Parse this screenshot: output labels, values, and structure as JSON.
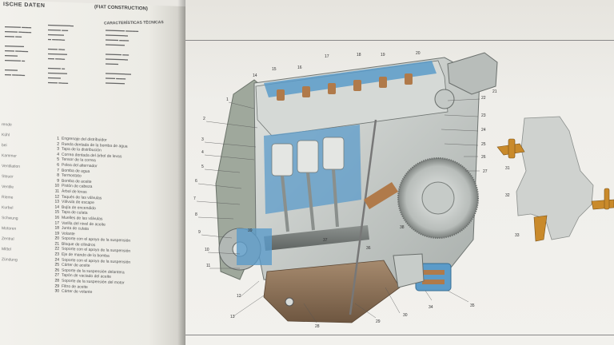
{
  "left_page": {
    "heading": "ISCHE DATEN",
    "heading_right": "(FIAT CONSTRUCTION)",
    "subheading": "CARACTERÍSTICAS TÉCNICAS",
    "legend": [
      {
        "n": "1",
        "text": "Engrenaje del distribuidor"
      },
      {
        "n": "2",
        "text": "Rueda dentada de la bomba de agua"
      },
      {
        "n": "3",
        "text": "Tapa de la distribución"
      },
      {
        "n": "4",
        "text": "Correa dentada del árbol de levas"
      },
      {
        "n": "5",
        "text": "Tensor de la correa"
      },
      {
        "n": "6",
        "text": "Polea del alternador"
      },
      {
        "n": "7",
        "text": "Bomba de agua"
      },
      {
        "n": "8",
        "text": "Termostato"
      },
      {
        "n": "9",
        "text": "Bomba de aceite"
      },
      {
        "n": "10",
        "text": "Pistón de cabeza"
      },
      {
        "n": "11",
        "text": "Árbol de levas"
      },
      {
        "n": "12",
        "text": "Taqués de las válvulas"
      },
      {
        "n": "13",
        "text": "Válvula de escape"
      },
      {
        "n": "14",
        "text": "Bujía de encendido"
      },
      {
        "n": "15",
        "text": "Tapa de culata"
      },
      {
        "n": "16",
        "text": "Muelles de las válvulas"
      },
      {
        "n": "17",
        "text": "Varilla del nivel de aceite"
      },
      {
        "n": "18",
        "text": "Junta de culata"
      },
      {
        "n": "19",
        "text": "Volante"
      },
      {
        "n": "20",
        "text": "Soporte con el apoyo de la suspensión"
      },
      {
        "n": "21",
        "text": "Bloque de cilindros"
      },
      {
        "n": "22",
        "text": "Soporte con el apoyo de la suspensión"
      },
      {
        "n": "23",
        "text": "Eje de mando de la bomba"
      },
      {
        "n": "24",
        "text": "Soporte con el apoyo de la suspensión"
      },
      {
        "n": "25",
        "text": "Cárter de aceite"
      },
      {
        "n": "26",
        "text": "Soporte de la suspensión delantera"
      },
      {
        "n": "27",
        "text": "Tapón de vaciado del aceite"
      },
      {
        "n": "28",
        "text": "Soporte de la suspensión del motor"
      },
      {
        "n": "29",
        "text": "Filtro de aceite"
      },
      {
        "n": "30",
        "text": "Cárter de volante"
      }
    ],
    "side_labels": [
      "rende",
      "Kühl",
      "bei",
      "Kammer",
      "Ventilation",
      "Steuer",
      "Ventile",
      "Rieme",
      "Kurbel",
      "Schwung",
      "Motoren",
      "Zentral",
      "Mittel",
      "Zündung"
    ]
  },
  "right_page": {
    "callouts": [
      "1",
      "2",
      "3",
      "4",
      "5",
      "6",
      "7",
      "8",
      "9",
      "10",
      "11",
      "12",
      "13",
      "14",
      "15",
      "16",
      "17",
      "18",
      "19",
      "20",
      "21",
      "22",
      "23",
      "24",
      "25",
      "26",
      "27",
      "28",
      "29",
      "30",
      "31",
      "32",
      "33",
      "34",
      "35",
      "36",
      "37",
      "38",
      "39"
    ]
  },
  "colors": {
    "paper": "#f2f1ed",
    "engine_grey": "#c9cdca",
    "cutaway_blue": "#5b9bc9",
    "copper": "#b07a4a",
    "mount_orange": "#c98a2b"
  }
}
